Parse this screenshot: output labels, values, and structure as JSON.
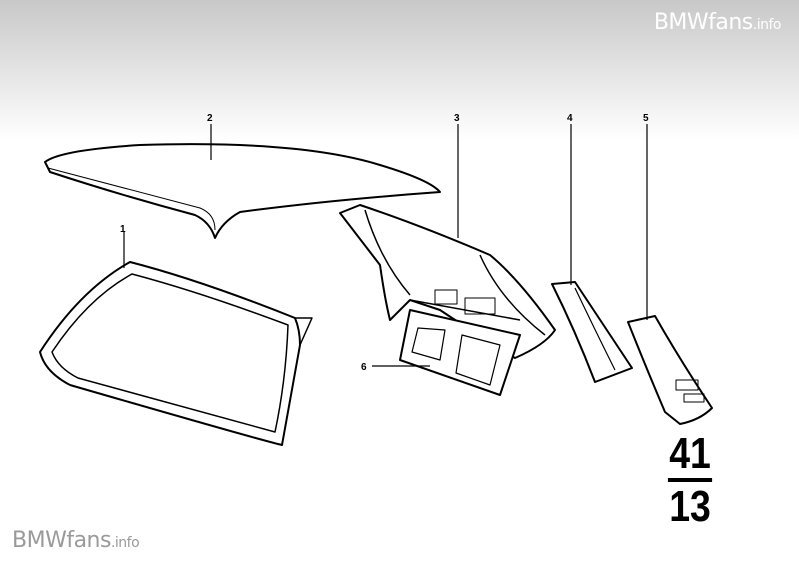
{
  "watermark": {
    "brand": "BMWfans",
    "suffix": ".info"
  },
  "callouts": [
    "1",
    "2",
    "3",
    "4",
    "5",
    "6"
  ],
  "group": {
    "main": "41",
    "sub": "13"
  }
}
